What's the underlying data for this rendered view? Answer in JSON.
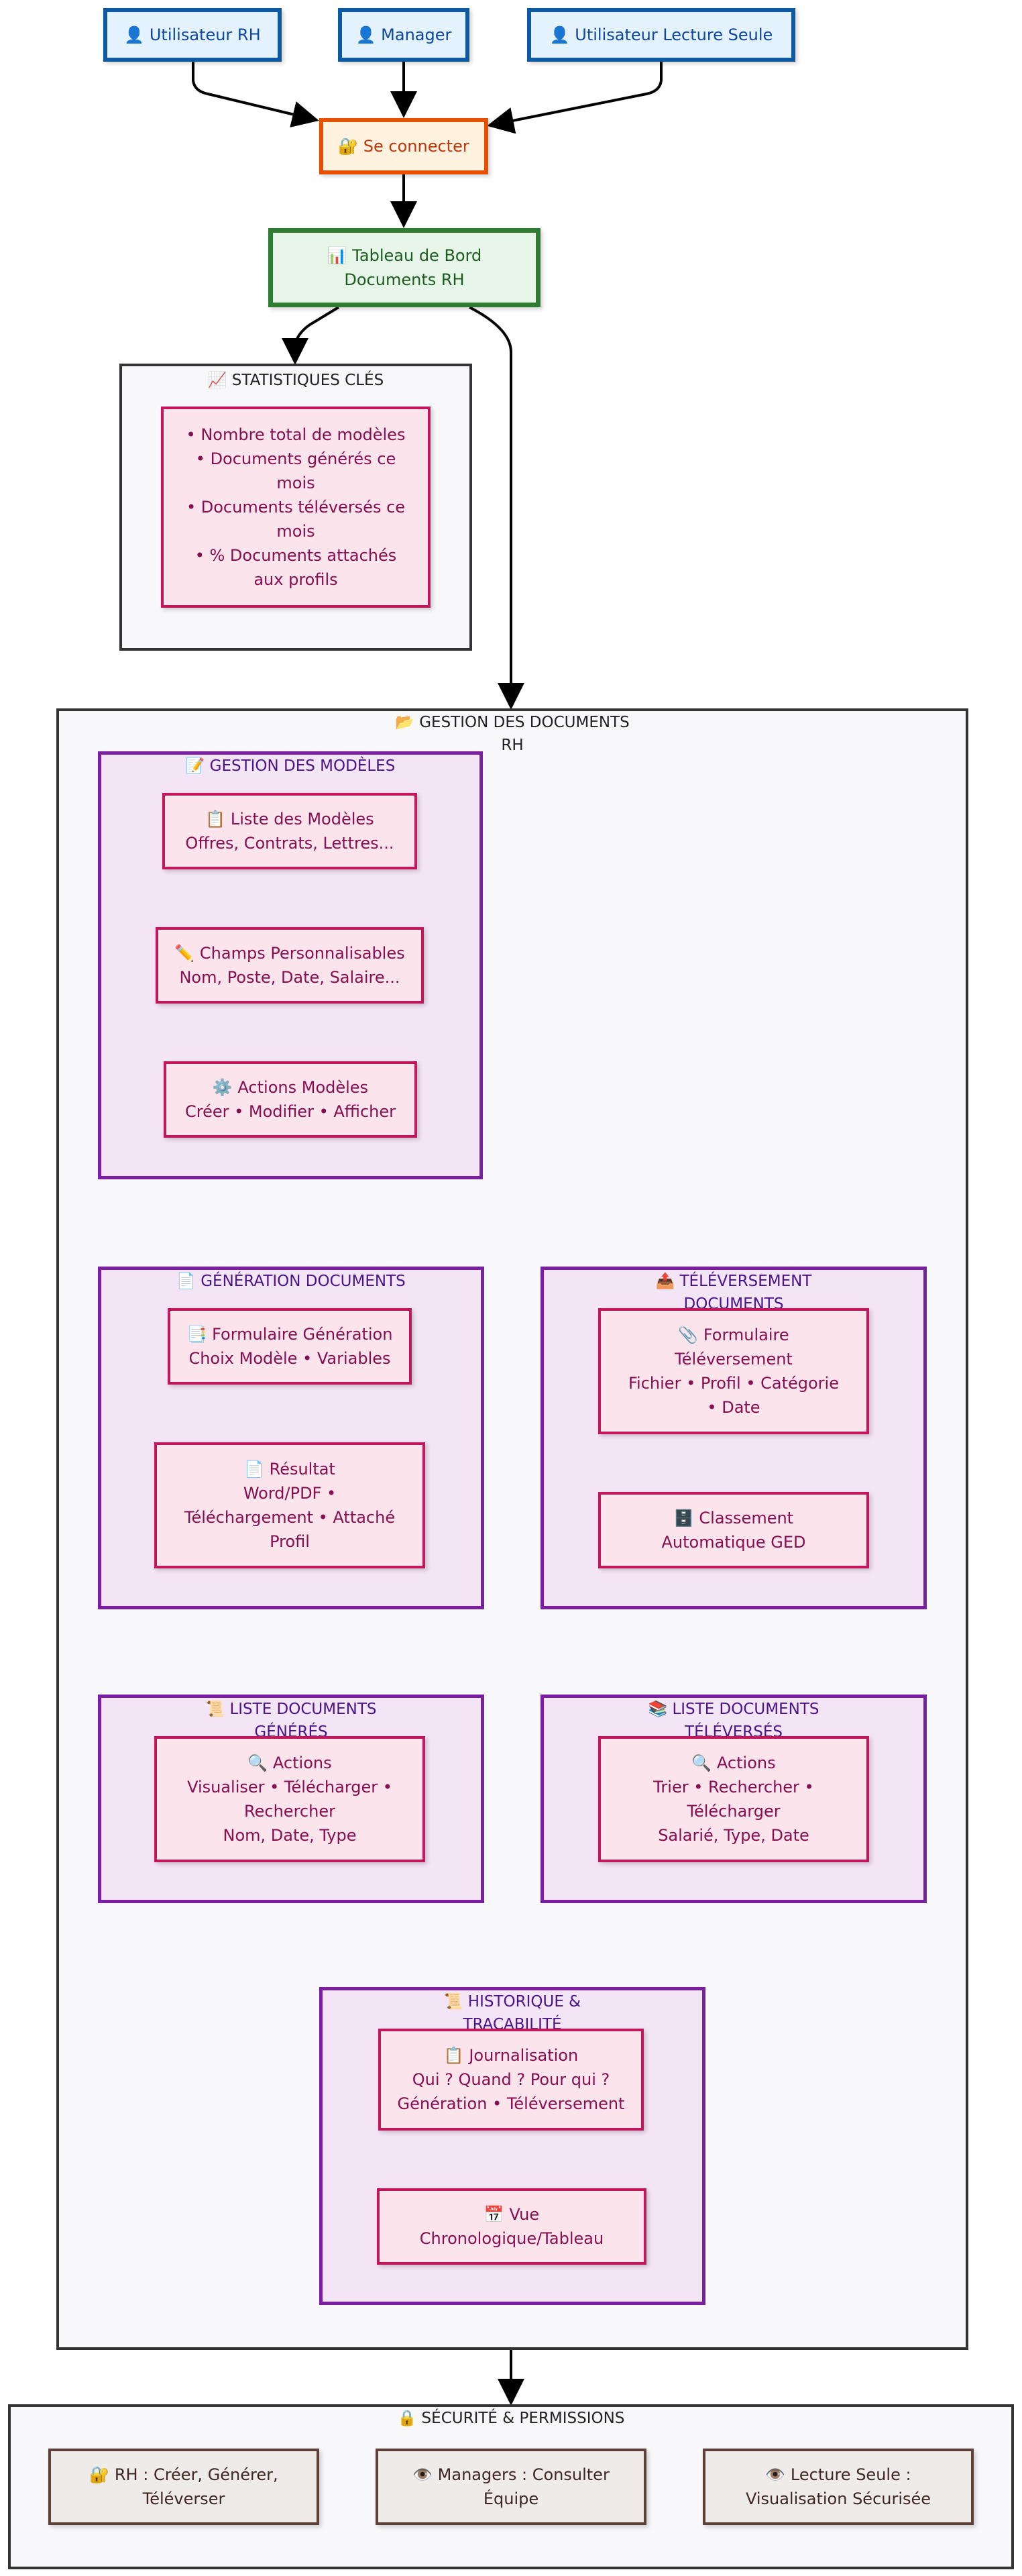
{
  "actors": {
    "rh": "👤 Utilisateur RH",
    "manager": "👤 Manager",
    "readonly": "👤 Utilisateur Lecture Seule"
  },
  "login": "🔐 Se connecter",
  "dashboard": [
    "📊 Tableau de Bord",
    "Documents RH"
  ],
  "stats": {
    "title": "📈 STATISTIQUES CLÉS",
    "box": [
      "• Nombre total de modèles",
      "• Documents générés ce",
      "mois",
      "• Documents téléversés ce",
      "mois",
      "• % Documents attachés",
      "aux profils"
    ]
  },
  "gestion": {
    "title": [
      "📂 GESTION DES DOCUMENTS",
      "RH"
    ],
    "modeles": {
      "title": "📝 GESTION DES MODÈLES",
      "liste": [
        "📋 Liste des Modèles",
        "Offres, Contrats, Lettres..."
      ],
      "champs": [
        "✏️ Champs Personnalisables",
        "Nom, Poste, Date, Salaire..."
      ],
      "actions": [
        "⚙️ Actions Modèles",
        "Créer • Modifier • Afficher"
      ]
    },
    "generation": {
      "title": "📄 GÉNÉRATION DOCUMENTS",
      "formulaire": [
        "📑 Formulaire Génération",
        "Choix Modèle • Variables"
      ],
      "resultat": [
        "📄 Résultat",
        "Word/PDF •",
        "Téléchargement • Attaché",
        "Profil"
      ]
    },
    "televersement": {
      "title": [
        "📤 TÉLÉVERSEMENT",
        "DOCUMENTS"
      ],
      "formulaire": [
        "📎 Formulaire",
        "Téléversement",
        "Fichier • Profil • Catégorie",
        "• Date"
      ],
      "classement": [
        "🗄️ Classement",
        "Automatique GED"
      ]
    },
    "liste_generes": {
      "title": [
        "📜 LISTE DOCUMENTS",
        "GÉNÉRÉS"
      ],
      "actions": [
        "🔍 Actions",
        "Visualiser • Télécharger •",
        "Rechercher",
        "Nom, Date, Type"
      ]
    },
    "liste_televerses": {
      "title": [
        "📚 LISTE DOCUMENTS",
        "TÉLÉVERSÉS"
      ],
      "actions": [
        "🔍 Actions",
        "Trier • Rechercher •",
        "Télécharger",
        "Salarié, Type, Date"
      ]
    },
    "historique": {
      "title": [
        "📜 HISTORIQUE &",
        "TRAÇABILITÉ"
      ],
      "journal": [
        "📋 Journalisation",
        "Qui ? Quand ? Pour qui ?",
        "Génération • Téléversement"
      ],
      "vue": [
        "📅 Vue",
        "Chronologique/Tableau"
      ]
    }
  },
  "securite": {
    "title": "🔒 SÉCURITÉ & PERMISSIONS",
    "rh": [
      "🔐 RH : Créer, Générer,",
      "Téléverser"
    ],
    "managers": [
      "👁️ Managers : Consulter",
      "Équipe"
    ],
    "lecture": [
      "👁️ Lecture Seule :",
      "Visualisation Sécurisée"
    ]
  },
  "colors": {
    "actor_border": "#0d5aa3",
    "login_border": "#e65100",
    "dashboard_border": "#2e7d32",
    "node_border": "#c2185b",
    "cluster_border": "#7b1fa2",
    "perm_border": "#5d4037",
    "edge": "#000000"
  }
}
